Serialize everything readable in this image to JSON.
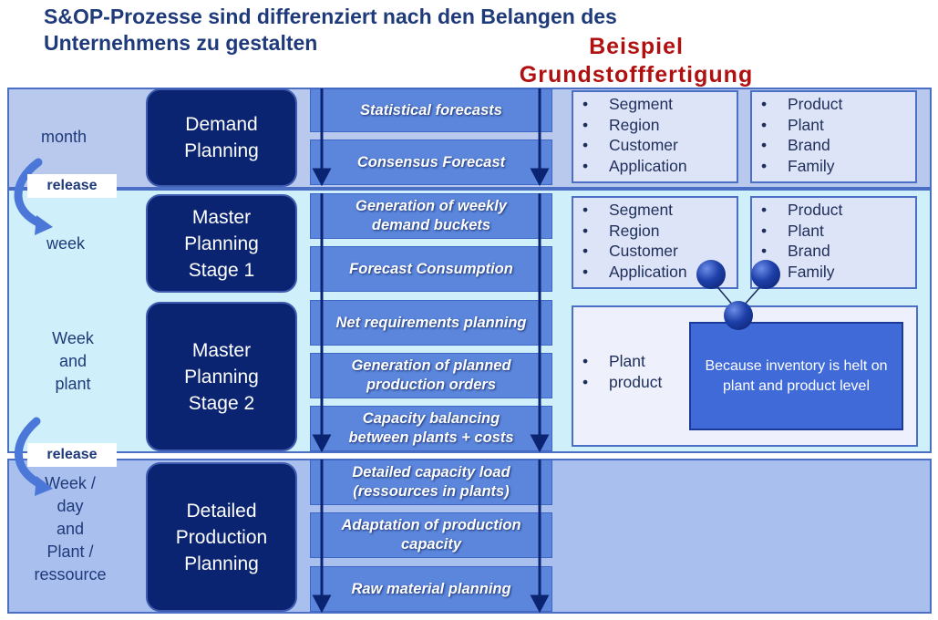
{
  "title": "S&OP-Prozesse sind differenziert nach den Belangen des Unternehmens zu gestalten",
  "example": {
    "line1": "Beispiel",
    "line2": "Grundstofffertigung"
  },
  "levels": {
    "month": "month",
    "week": "week",
    "week_plant": [
      "Week",
      "and",
      "plant"
    ],
    "detail": [
      "Week /",
      "day",
      "and",
      "Plant /",
      "ressource"
    ]
  },
  "release_label": "release",
  "phases": {
    "demand": [
      "Demand",
      "Planning"
    ],
    "mps1": [
      "Master",
      "Planning",
      "Stage 1"
    ],
    "mps2": [
      "Master",
      "Planning",
      "Stage 2"
    ],
    "dpp": [
      "Detailed",
      "Production",
      "Planning"
    ]
  },
  "steps": [
    [
      "Statistical forecasts"
    ],
    [
      "Consensus Forecast"
    ],
    [
      "Generation of weekly",
      "demand buckets"
    ],
    [
      "Forecast Consumption"
    ],
    [
      "Net requirements planning"
    ],
    [
      "Generation of planned",
      "production orders"
    ],
    [
      "Capacity balancing",
      "between plants + costs"
    ],
    [
      "Detailed capacity load",
      "(ressources in plants)"
    ],
    [
      "Adaptation of production",
      "capacity"
    ],
    [
      "Raw material planning"
    ]
  ],
  "attributes": {
    "customer_side": [
      "Segment",
      "Region",
      "Customer",
      "Application"
    ],
    "product_side": [
      "Product",
      "Plant",
      "Brand",
      "Family"
    ],
    "aggregated": [
      "Plant",
      "product"
    ]
  },
  "bullet": "•",
  "reason": "Because inventory is helt on plant and product level",
  "colors": {
    "title": "#1f3a7a",
    "example": "#b01010",
    "phase": "#0a2472",
    "step": "#5b86dc",
    "arrow": "#0a2472"
  }
}
